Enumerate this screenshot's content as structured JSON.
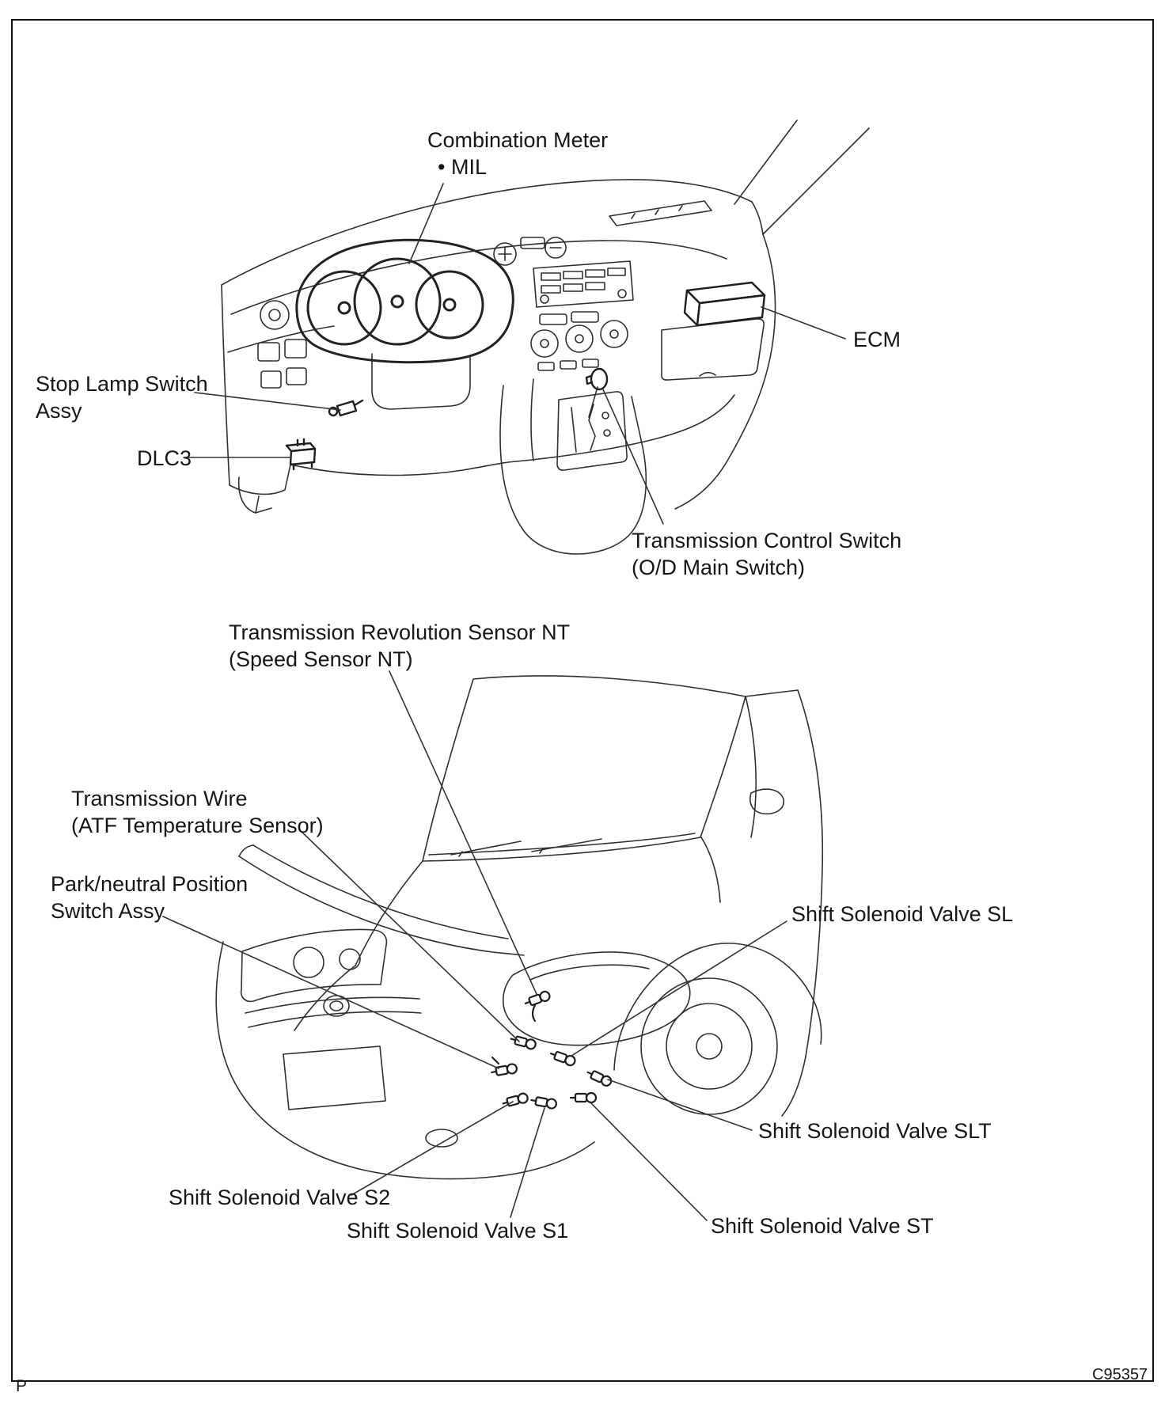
{
  "figure": {
    "page_letter": "P",
    "figure_code": "C95357"
  },
  "dashboard": {
    "combination_meter_label": "Combination Meter",
    "mil_label": "• MIL",
    "ecm_label": "ECM",
    "stop_lamp_switch_label": "Stop Lamp Switch\nAssy",
    "dlc3_label": "DLC3",
    "transmission_control_switch_label": "Transmission Control Switch\n(O/D Main Switch)"
  },
  "engine_bay": {
    "revolution_sensor_label": "Transmission Revolution Sensor NT\n(Speed Sensor NT)",
    "transmission_wire_label": "Transmission Wire\n(ATF Temperature Sensor)",
    "park_neutral_label": "Park/neutral Position\nSwitch Assy",
    "solenoid_sl_label": "Shift Solenoid Valve SL",
    "solenoid_slt_label": "Shift Solenoid Valve SLT",
    "solenoid_s2_label": "Shift Solenoid Valve S2",
    "solenoid_s1_label": "Shift Solenoid Valve S1",
    "solenoid_st_label": "Shift Solenoid Valve ST"
  }
}
